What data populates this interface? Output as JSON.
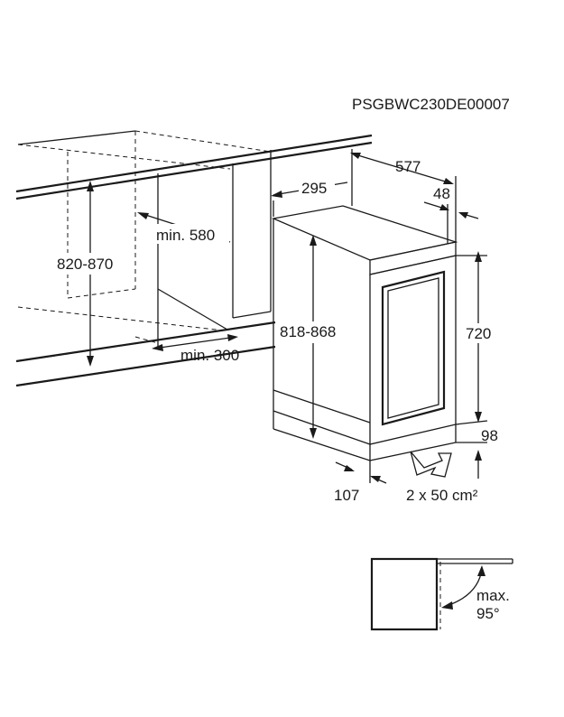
{
  "document_code": "PSGBWC230DE00007",
  "dimensions": {
    "niche_height": "820-870",
    "niche_min_depth": "min. 580",
    "niche_min_width": "min. 300",
    "appliance_width": "295",
    "appliance_depth": "577",
    "door_offset": "48",
    "appliance_height": "818-868",
    "door_height": "720",
    "plinth_height": "98",
    "plinth_depth": "107",
    "ventilation": "2 x 50 cm²",
    "door_opening": "max.",
    "door_angle": "95°"
  },
  "colors": {
    "line": "#1a1a1a",
    "background": "#ffffff"
  }
}
